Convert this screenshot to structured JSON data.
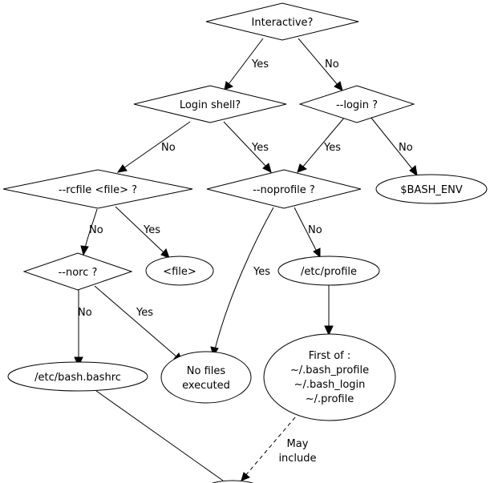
{
  "nodes": {
    "interactive": "Interactive?",
    "login_shell": "Login shell?",
    "login_opt": "--login ?",
    "rcfile": "--rcfile <file> ?",
    "noprofile": "--noprofile ?",
    "bash_env": "$BASH_ENV",
    "norc": "--norc ?",
    "file": "<file>",
    "etc_profile": "/etc/profile",
    "bashrc": "/etc/bash.bashrc",
    "no_files": [
      "No files",
      "executed"
    ],
    "first_of": [
      "First of :",
      "~/.bash_profile",
      "~/.bash_login",
      "~/.profile"
    ]
  },
  "edges": {
    "interactive_yes": "Yes",
    "interactive_no": "No",
    "login_shell_no": "No",
    "login_shell_yes": "Yes",
    "login_opt_yes": "Yes",
    "login_opt_no": "No",
    "rcfile_no": "No",
    "rcfile_yes": "Yes",
    "noprofile_yes": "Yes",
    "noprofile_no": "No",
    "norc_no": "No",
    "norc_yes": "Yes",
    "may_include": [
      "May",
      "include"
    ]
  }
}
